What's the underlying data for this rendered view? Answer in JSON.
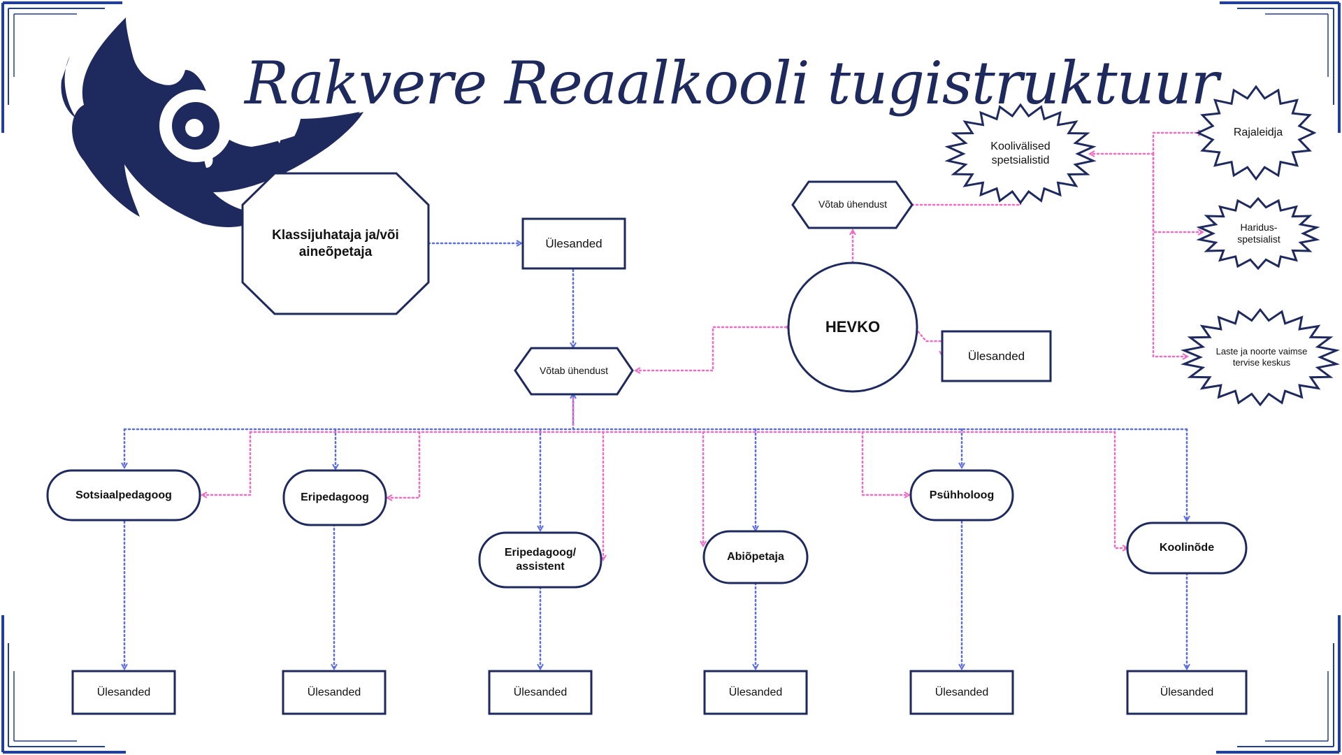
{
  "title": "Rakvere Reaalkooli tugistruktuur",
  "logo": "owl-logo",
  "colors": {
    "navy": "#1e2a5e",
    "blue_connector": "#5b6ee1",
    "pink_connector": "#f06bc4",
    "frame": "#1f3f9a"
  },
  "nodes": {
    "klassijuhataja": "Klassijuhataja ja/või aineõpetaja",
    "ulesanded_top": "Ülesanded",
    "votab_center": "Võtab ühendust",
    "hevko": "HEVKO",
    "ulesanded_hevko": "Ülesanded",
    "votab_right": "Võtab ühendust",
    "koolivalised": "Koolivälised spetsialistid",
    "rajaleidja": "Rajaleidja",
    "haridus": "Haridus-spetsialist",
    "laste": "Laste ja noorte vaimse tervise keskus"
  },
  "roles": [
    {
      "name": "Sotsiaalpedagoog",
      "tasks": "Ülesanded"
    },
    {
      "name": "Eripedagoog",
      "tasks": "Ülesanded"
    },
    {
      "name": "Eripedagoog/ assistent",
      "tasks": "Ülesanded"
    },
    {
      "name": "Abiõpetaja",
      "tasks": "Ülesanded"
    },
    {
      "name": "Psühholoog",
      "tasks": "Ülesanded"
    },
    {
      "name": "Koolinõde",
      "tasks": "Ülesanded"
    }
  ]
}
